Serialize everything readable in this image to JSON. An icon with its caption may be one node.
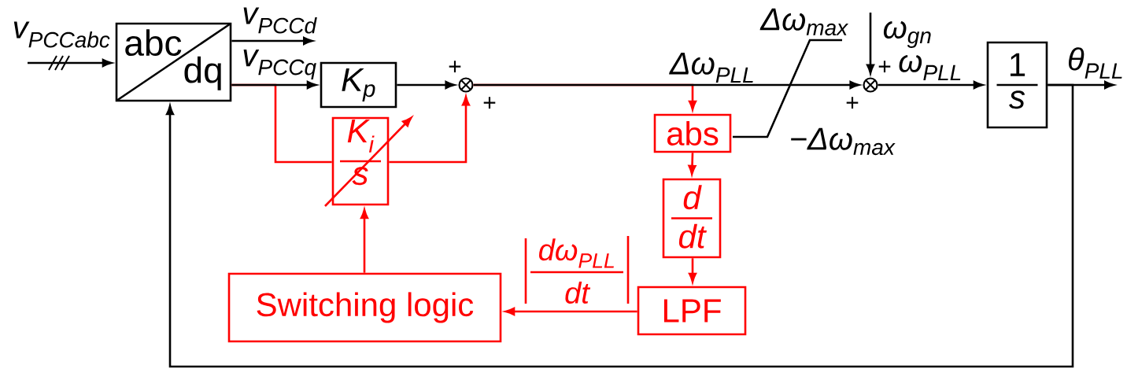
{
  "diagram": {
    "nodes": [
      {
        "text": [
          "abc",
          "dq"
        ]
      },
      {
        "text": [
          "K$_{p}$"
        ]
      },
      {
        "text": [
          "K$_{i}$",
          "s"
        ]
      },
      {
        "text": [],
        "shape": "circle"
      },
      {
        "text": [
          "abs"
        ]
      },
      {
        "text": [
          "d",
          "dt"
        ]
      },
      {
        "text": [
          "LPF"
        ]
      },
      {
        "text": [
          "Switching logic"
        ]
      },
      {
        "text": [],
        "shape": "circle"
      },
      {
        "text": [
          "1",
          "s"
        ]
      }
    ],
    "edges": [
      {
        "from": null,
        "to": 0,
        "arrow": "to",
        "label": "v$_{PCCabc}$"
      },
      {
        "from": 0,
        "to": null,
        "arrow": "to",
        "label": "v$_{PCCd}$"
      },
      {
        "from": 0,
        "to": 1,
        "arrow": "to",
        "label": "v$_{PCCq}$"
      },
      {
        "from": 0,
        "to": 2,
        "arrow": "none",
        "color": "#ff0000"
      },
      {
        "from": 1,
        "to": 3,
        "arrow": "to"
      },
      {
        "from": 2,
        "to": 3,
        "arrow": "to",
        "color": "#ff0000"
      },
      {
        "from": 3,
        "to": 8,
        "arrow": "to",
        "label": "Δω$_{PLL}$"
      },
      {
        "from": 3,
        "to": 4,
        "arrow": "to",
        "color": "#ff0000"
      },
      {
        "from": 4,
        "to": 5,
        "arrow": "to",
        "color": "#ff0000"
      },
      {
        "from": 5,
        "to": 6,
        "arrow": "to",
        "color": "#ff0000"
      },
      {
        "from": 6,
        "to": 7,
        "arrow": "to",
        "color": "#ff0000"
      },
      {
        "from": 7,
        "to": 2,
        "arrow": "to",
        "color": "#ff0000"
      },
      {
        "from": null,
        "to": 8,
        "arrow": "to",
        "label": "ω$_{gn}$"
      },
      {
        "from": 8,
        "to": 9,
        "arrow": "to",
        "label": "ω$_{PLL}$"
      },
      {
        "from": 9,
        "to": null,
        "arrow": "to",
        "label": "θ$_{PLL}$"
      },
      {
        "from": 9,
        "to": 0,
        "arrow": "to"
      }
    ],
    "labels": [
      "+",
      "+",
      "Δω$_{max}$",
      "+",
      "+",
      "−Δω$_{max}$",
      "dω$_{PLL}$",
      "dt"
    ]
  }
}
